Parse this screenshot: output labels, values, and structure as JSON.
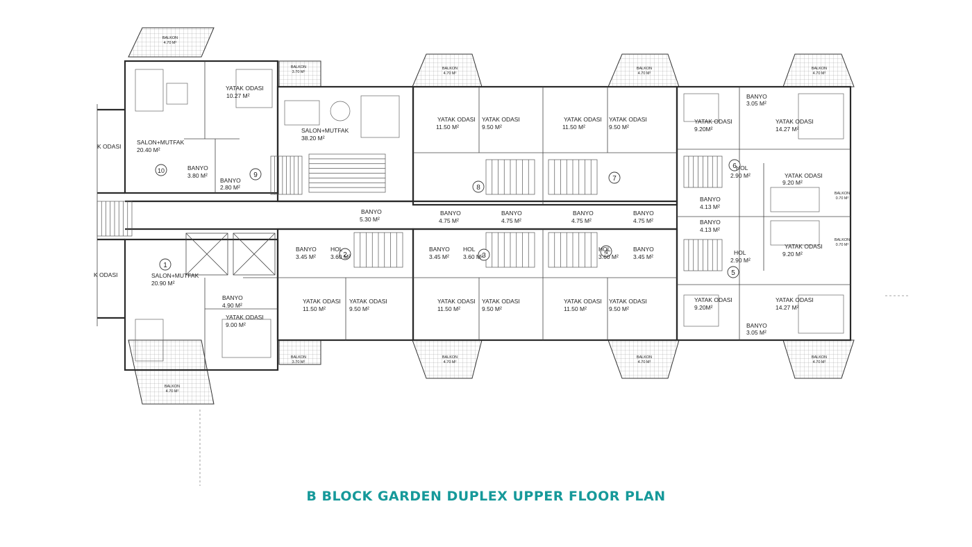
{
  "title": "B BLOCK GARDEN DUPLEX UPPER FLOOR PLAN",
  "colors": {
    "title": "#16999a",
    "lines": "#2a2a2a",
    "background": "#ffffff"
  },
  "rooms": [
    {
      "id": "r1",
      "name": "YATAK ODASI",
      "area": "10.27 M²"
    },
    {
      "id": "r2",
      "name": "SALON+MUTFAK",
      "area": "38.20 M²"
    },
    {
      "id": "r3",
      "name": "SALON+MUTFAK",
      "area": "20.40 M²"
    },
    {
      "id": "r4",
      "name": "BANYO",
      "area": "3.80 M²"
    },
    {
      "id": "r5",
      "name": "BANYO",
      "area": "2.80 M²"
    },
    {
      "id": "r6",
      "name": "YATAK ODASI",
      "area": "11.50 M²"
    },
    {
      "id": "r7",
      "name": "YATAK ODASI",
      "area": "9.50 M²"
    },
    {
      "id": "r8",
      "name": "YATAK ODASI",
      "area": "11.50 M²"
    },
    {
      "id": "r9",
      "name": "YATAK ODASI",
      "area": "9.50 M²"
    },
    {
      "id": "r10",
      "name": "YATAK ODASI",
      "area": "9.20M²"
    },
    {
      "id": "r11",
      "name": "BANYO",
      "area": "3.05 M²"
    },
    {
      "id": "r12",
      "name": "YATAK ODASI",
      "area": "14.27 M²"
    },
    {
      "id": "r13",
      "name": "HOL",
      "area": "2.90 M²"
    },
    {
      "id": "r14",
      "name": "YATAK ODASI",
      "area": "9.20 M²"
    },
    {
      "id": "r15",
      "name": "BANYO",
      "area": "4.13 M²"
    },
    {
      "id": "r16",
      "name": "BANYO",
      "area": "4.13 M²"
    },
    {
      "id": "r17",
      "name": "YATAK ODASI",
      "area": "9.20 M²"
    },
    {
      "id": "r18",
      "name": "HOL",
      "area": "2.90 M²"
    },
    {
      "id": "r19",
      "name": "YATAK ODASI",
      "area": "9.20M²"
    },
    {
      "id": "r20",
      "name": "BANYO",
      "area": "3.05 M²"
    },
    {
      "id": "r21",
      "name": "YATAK ODASI",
      "area": "14.27 M²"
    },
    {
      "id": "r22",
      "name": "BANYO",
      "area": "5.30 M²"
    },
    {
      "id": "r23",
      "name": "BANYO",
      "area": "4.75 M²"
    },
    {
      "id": "r24",
      "name": "BANYO",
      "area": "4.75 M²"
    },
    {
      "id": "r25",
      "name": "BANYO",
      "area": "4.75 M²"
    },
    {
      "id": "r26",
      "name": "BANYO",
      "area": "4.75 M²"
    },
    {
      "id": "r27",
      "name": "BANYO",
      "area": "3.45 M²"
    },
    {
      "id": "r28",
      "name": "HOL",
      "area": "3.60 M²"
    },
    {
      "id": "r29",
      "name": "BANYO",
      "area": "3.45 M²"
    },
    {
      "id": "r30",
      "name": "HOL",
      "area": "3.60 M²"
    },
    {
      "id": "r31",
      "name": "HOL",
      "area": "3.60 M²"
    },
    {
      "id": "r32",
      "name": "BANYO",
      "area": "3.45 M²"
    },
    {
      "id": "r33",
      "name": "SALON+MUTFAK",
      "area": "20.90 M²"
    },
    {
      "id": "r34",
      "name": "BANYO",
      "area": "4.90 M²"
    },
    {
      "id": "r35",
      "name": "YATAK ODASI",
      "area": "9.00 M²"
    },
    {
      "id": "r36",
      "name": "YATAK ODASI",
      "area": "11.50 M²"
    },
    {
      "id": "r37",
      "name": "YATAK ODASI",
      "area": "9.50 M²"
    },
    {
      "id": "r38",
      "name": "YATAK ODASI",
      "area": "11.50 M²"
    },
    {
      "id": "r39",
      "name": "YATAK ODASI",
      "area": "9.50 M²"
    },
    {
      "id": "r40",
      "name": "YATAK ODASI",
      "area": "11.50 M²"
    },
    {
      "id": "r41",
      "name": "YATAK ODASI",
      "area": "9.50 M²"
    },
    {
      "id": "r42",
      "name": "K ODASI",
      "area": ""
    },
    {
      "id": "r43",
      "name": "K ODASI",
      "area": ""
    }
  ],
  "balconies": [
    {
      "id": "b1",
      "name": "BALKON",
      "area": "4.70 M²"
    },
    {
      "id": "b2",
      "name": "BALKON",
      "area": "3.70 M²"
    },
    {
      "id": "b3",
      "name": "BALKON",
      "area": "4.70 M²"
    },
    {
      "id": "b4",
      "name": "BALKON",
      "area": "4.70 M²"
    },
    {
      "id": "b5",
      "name": "BALKON",
      "area": "4.70 M²"
    },
    {
      "id": "b6",
      "name": "BALKON",
      "area": "4.70 M²"
    },
    {
      "id": "b7",
      "name": "BALKON",
      "area": "3.70 M²"
    },
    {
      "id": "b8",
      "name": "BALKON",
      "area": "4.70 M²"
    },
    {
      "id": "b9",
      "name": "BALKON",
      "area": "4.70 M²"
    },
    {
      "id": "b10",
      "name": "BALKON",
      "area": "4.70 M²"
    },
    {
      "id": "b11",
      "name": "BALKON",
      "area": "0.70 M²"
    },
    {
      "id": "b12",
      "name": "BALKON",
      "area": "0.70 M²"
    }
  ],
  "units": [
    "1",
    "2",
    "3",
    "4",
    "5",
    "6",
    "7",
    "8",
    "9",
    "10"
  ]
}
